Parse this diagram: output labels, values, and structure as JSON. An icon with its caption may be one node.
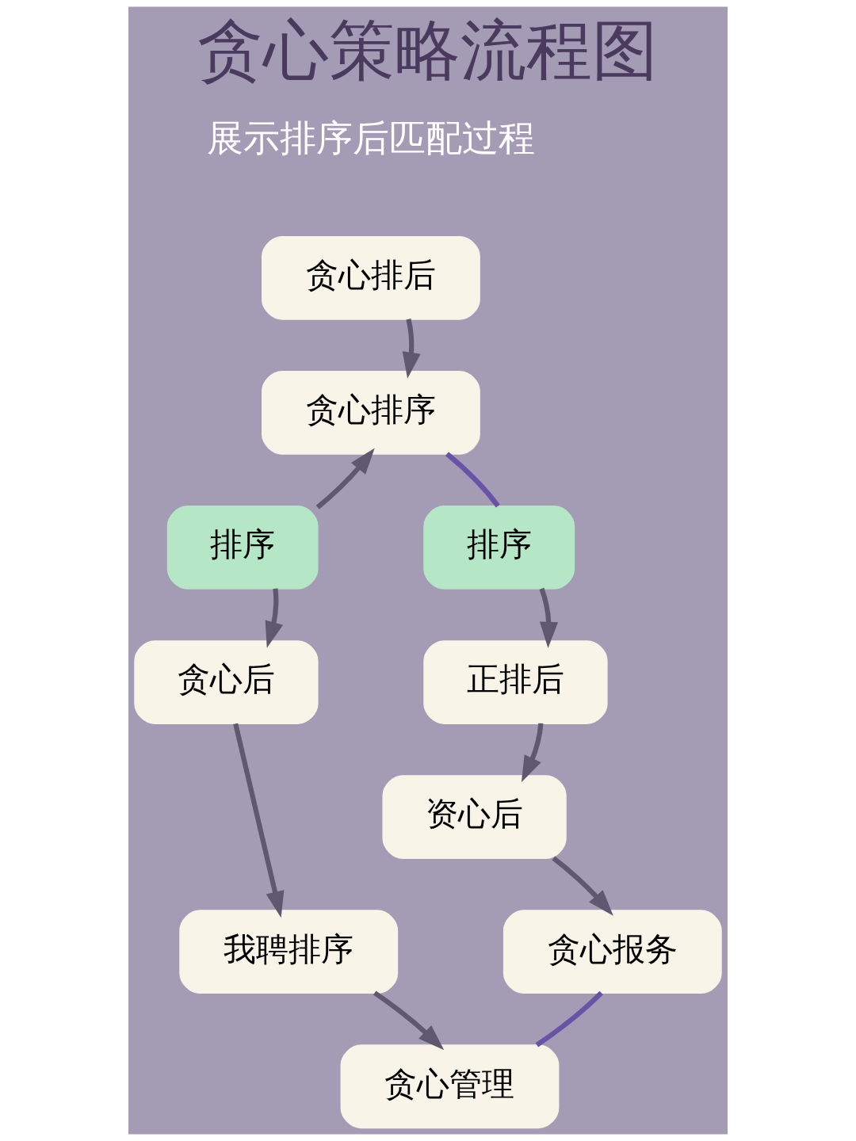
{
  "diagram": {
    "title": "贪心策略流程图",
    "nodes": [
      {
        "text": [
          "贪心排后"
        ]
      },
      {
        "text": [
          "贪心排序"
        ]
      },
      {
        "text": [
          "排序"
        ]
      },
      {
        "text": [
          "排序"
        ]
      },
      {
        "text": [
          "贪心后"
        ]
      },
      {
        "text": [
          "正排后"
        ]
      },
      {
        "text": [
          "资心后"
        ]
      },
      {
        "text": [
          "我聘排序"
        ]
      },
      {
        "text": [
          "贪心报务"
        ]
      },
      {
        "text": [
          "贪心管理"
        ]
      }
    ],
    "edges": [
      {
        "from": 0,
        "to": 1,
        "arrow": "to"
      },
      {
        "from": 2,
        "to": 1,
        "arrow": "to"
      },
      {
        "from": 1,
        "to": 3,
        "arrow": "none",
        "color": "#6a52a6"
      },
      {
        "from": 2,
        "to": 4,
        "arrow": "to"
      },
      {
        "from": 3,
        "to": 5,
        "arrow": "to"
      },
      {
        "from": 5,
        "to": 6,
        "arrow": "to"
      },
      {
        "from": 4,
        "to": 7,
        "arrow": "to"
      },
      {
        "from": 6,
        "to": 8,
        "arrow": "to"
      },
      {
        "from": 7,
        "to": 9,
        "arrow": "to"
      },
      {
        "from": 8,
        "to": 9,
        "arrow": "none",
        "color": "#6a52a6"
      }
    ],
    "labels": [
      "展示排序后匹配过程"
    ]
  }
}
